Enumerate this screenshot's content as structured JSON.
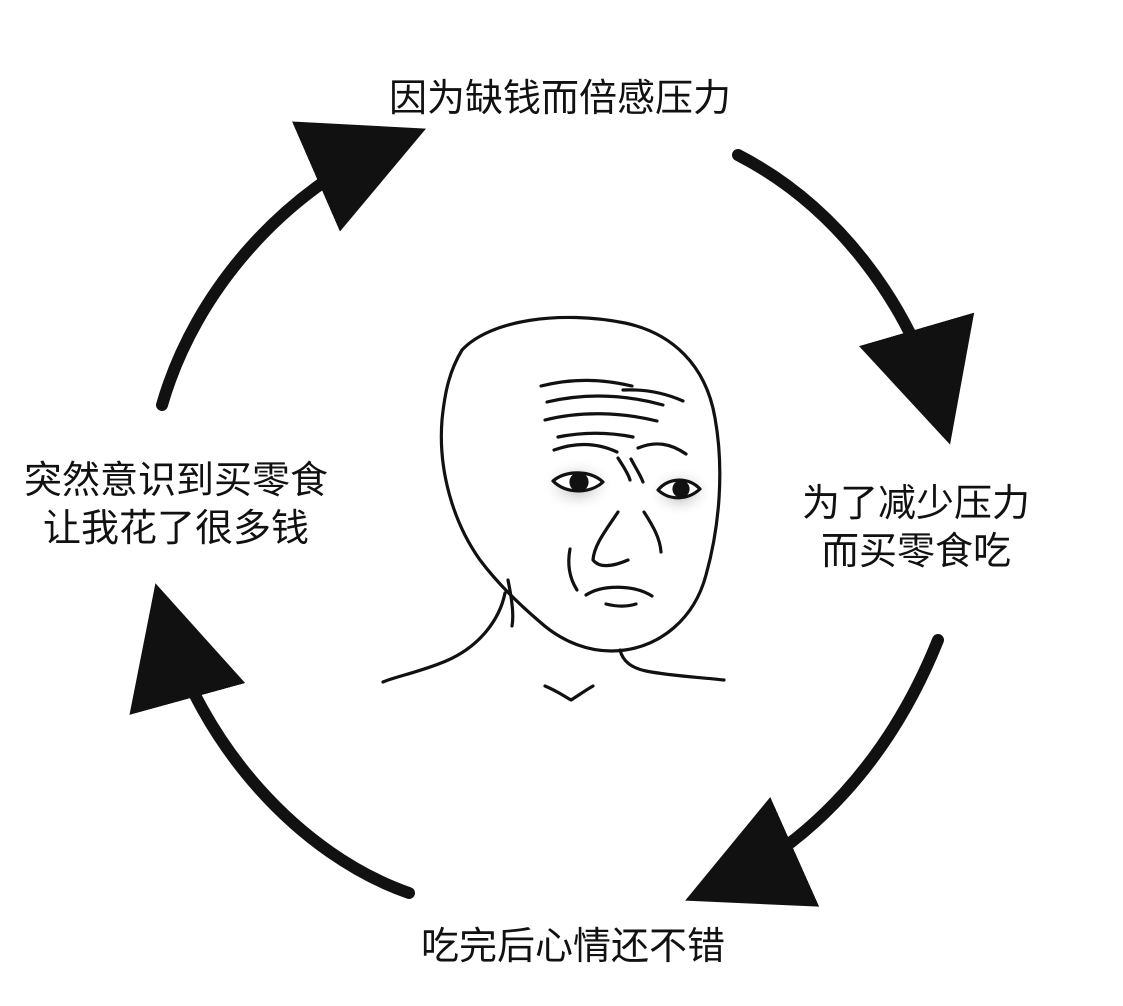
{
  "labels": {
    "top": "因为缺钱而倍感压力",
    "right_line1": "为了减少压力",
    "right_line2": "而买零食吃",
    "bottom": "吃完后心情还不错",
    "left_line1": "突然意识到买零食",
    "left_line2": "让我花了很多钱"
  },
  "illustration": {
    "subject": "sad-wojak-face"
  },
  "colors": {
    "background": "#ffffff",
    "ink": "#111111",
    "eye_shadow": "#b8b8b8"
  }
}
